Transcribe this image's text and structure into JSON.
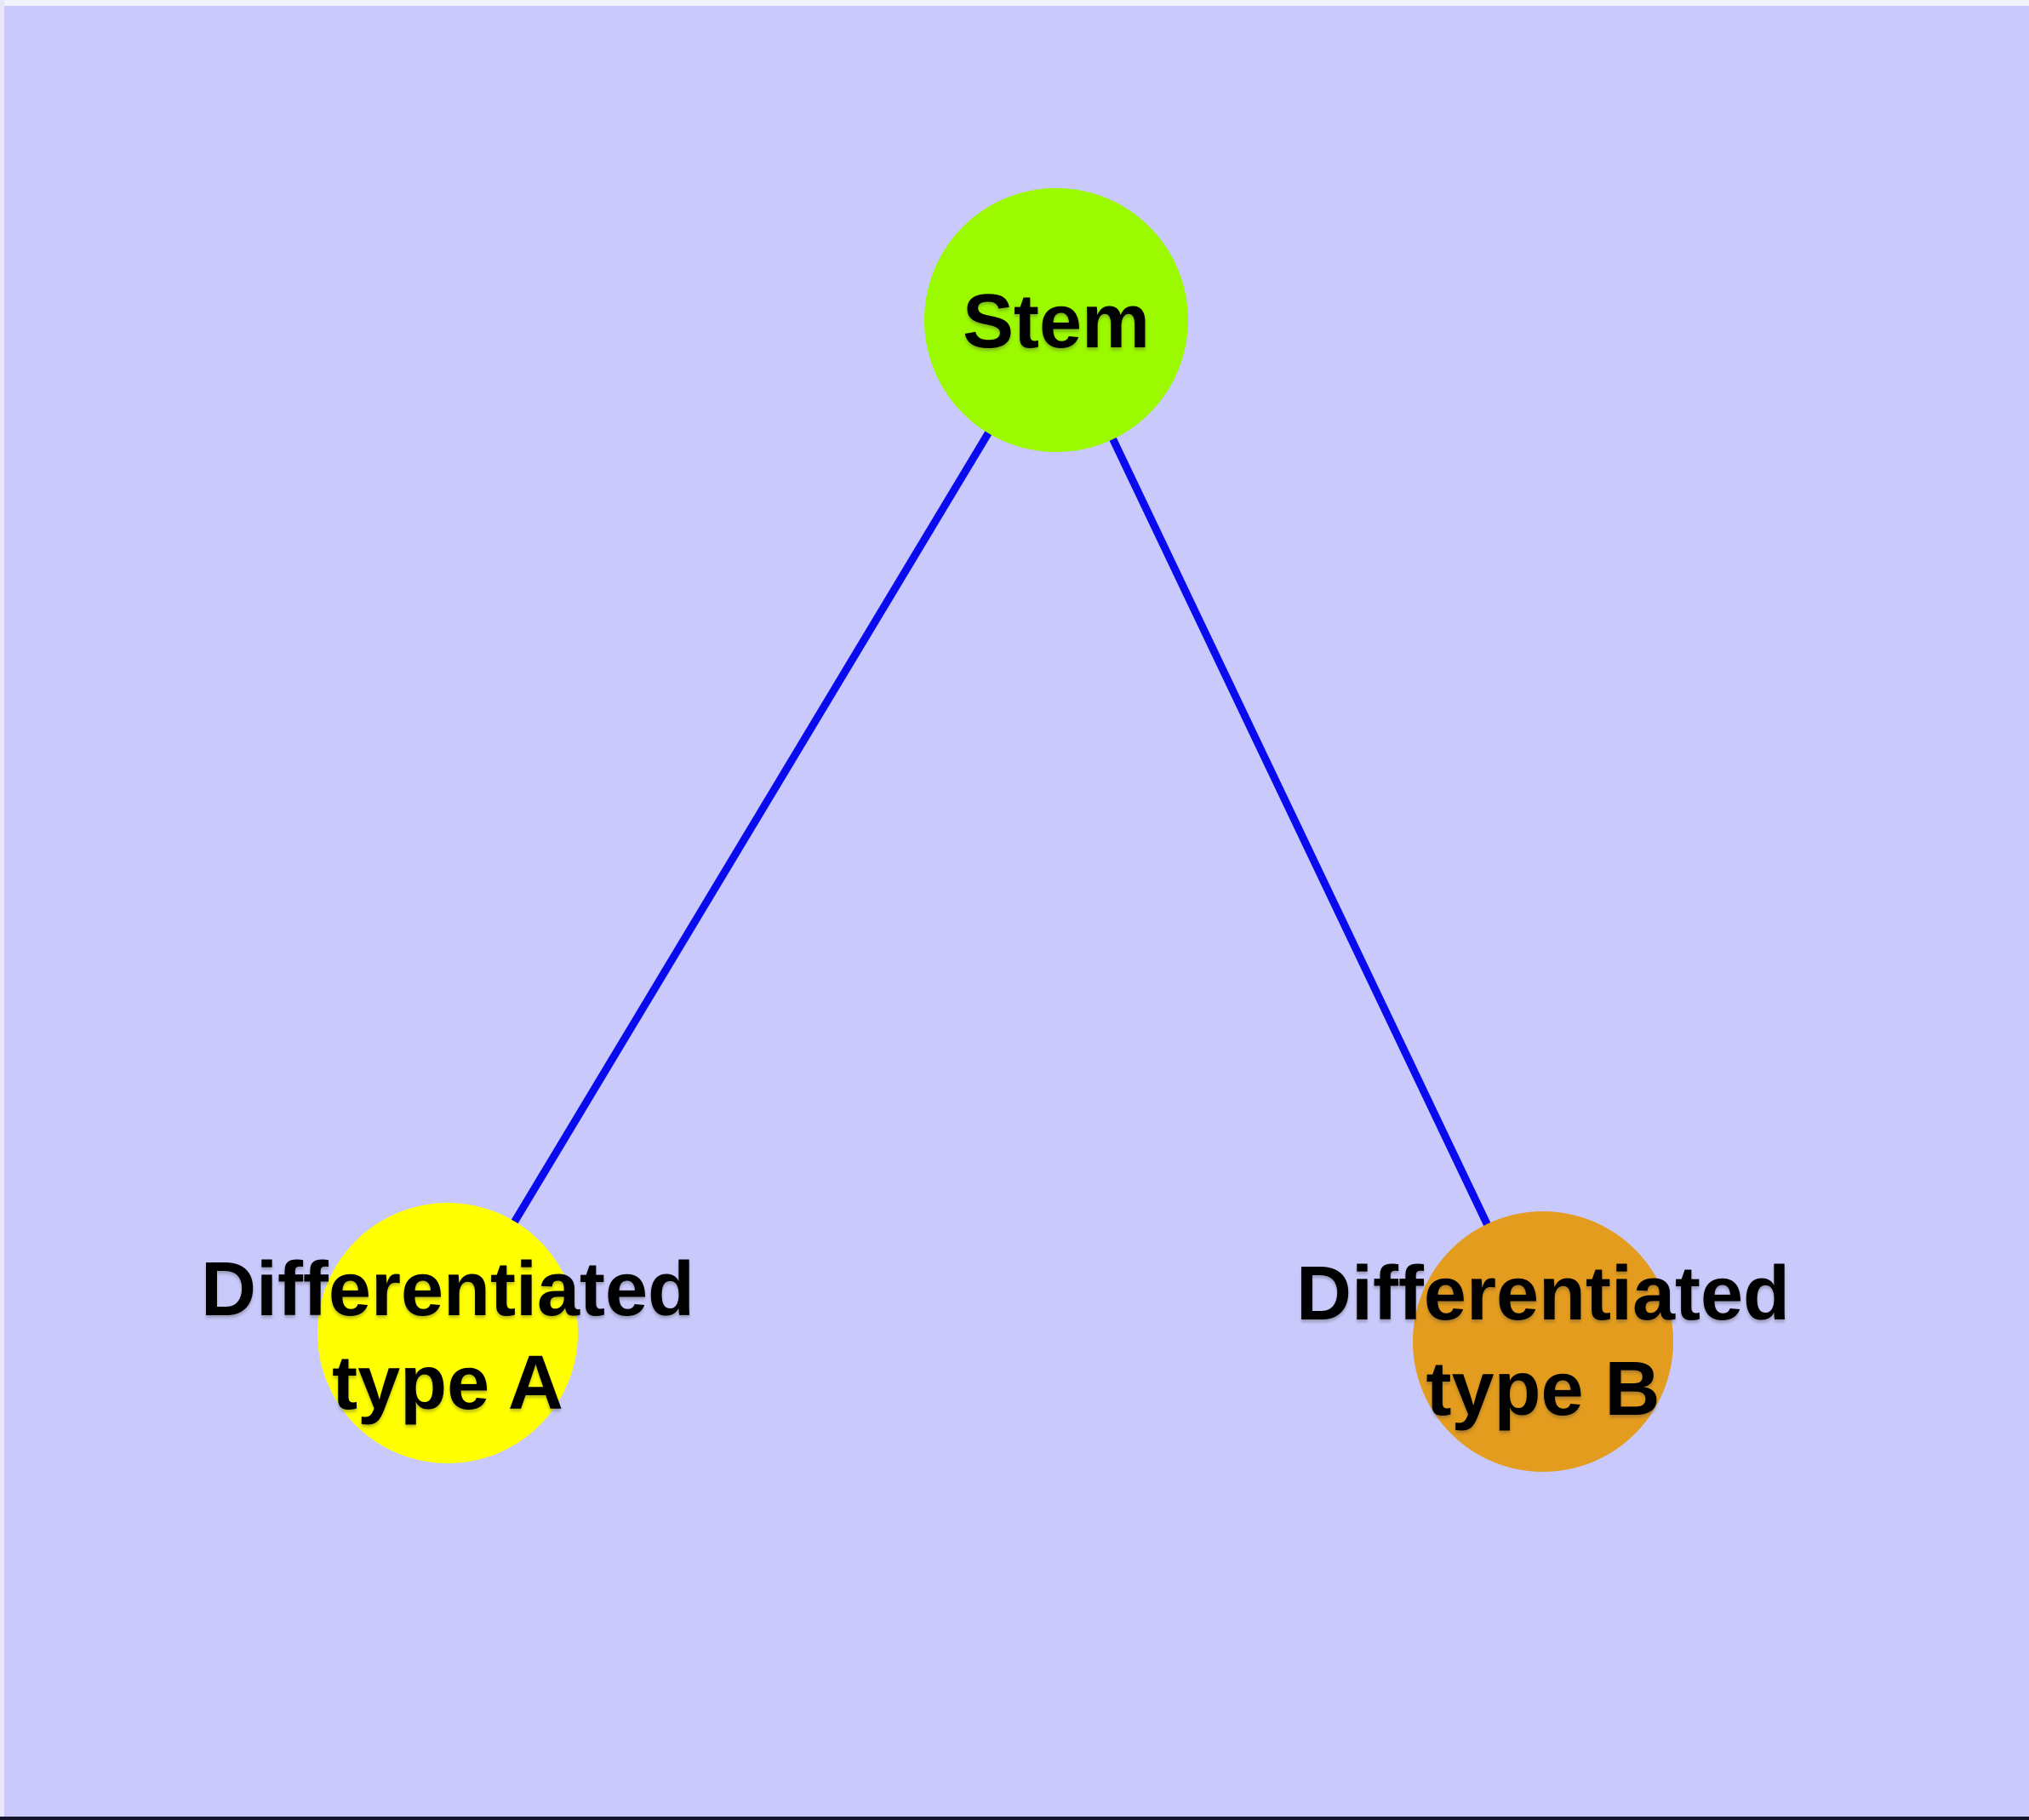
{
  "diagram": {
    "type": "node-link-graph",
    "nodes": [
      {
        "id": "stem",
        "label": "Stem",
        "label_line2": "",
        "fill": "#9BF900"
      },
      {
        "id": "type-a",
        "label": "Differentiated",
        "label_line2": "type A",
        "fill": "#FFFF00"
      },
      {
        "id": "type-b",
        "label": "Differentiated",
        "label_line2": "type B",
        "fill": "#E39C1E"
      }
    ],
    "edges": [
      {
        "from": "stem",
        "to": "type-a"
      },
      {
        "from": "stem",
        "to": "type-b"
      }
    ],
    "colors": {
      "background": "#C9CAFB",
      "edge": "#0A0AEF",
      "node_stroke": "#6E6E6E",
      "label_text": "#000000",
      "frame_top_strip": "#F2F2FD",
      "frame_left_strip": "#E7E7F9",
      "frame_bottom_line": "#14142A"
    }
  }
}
